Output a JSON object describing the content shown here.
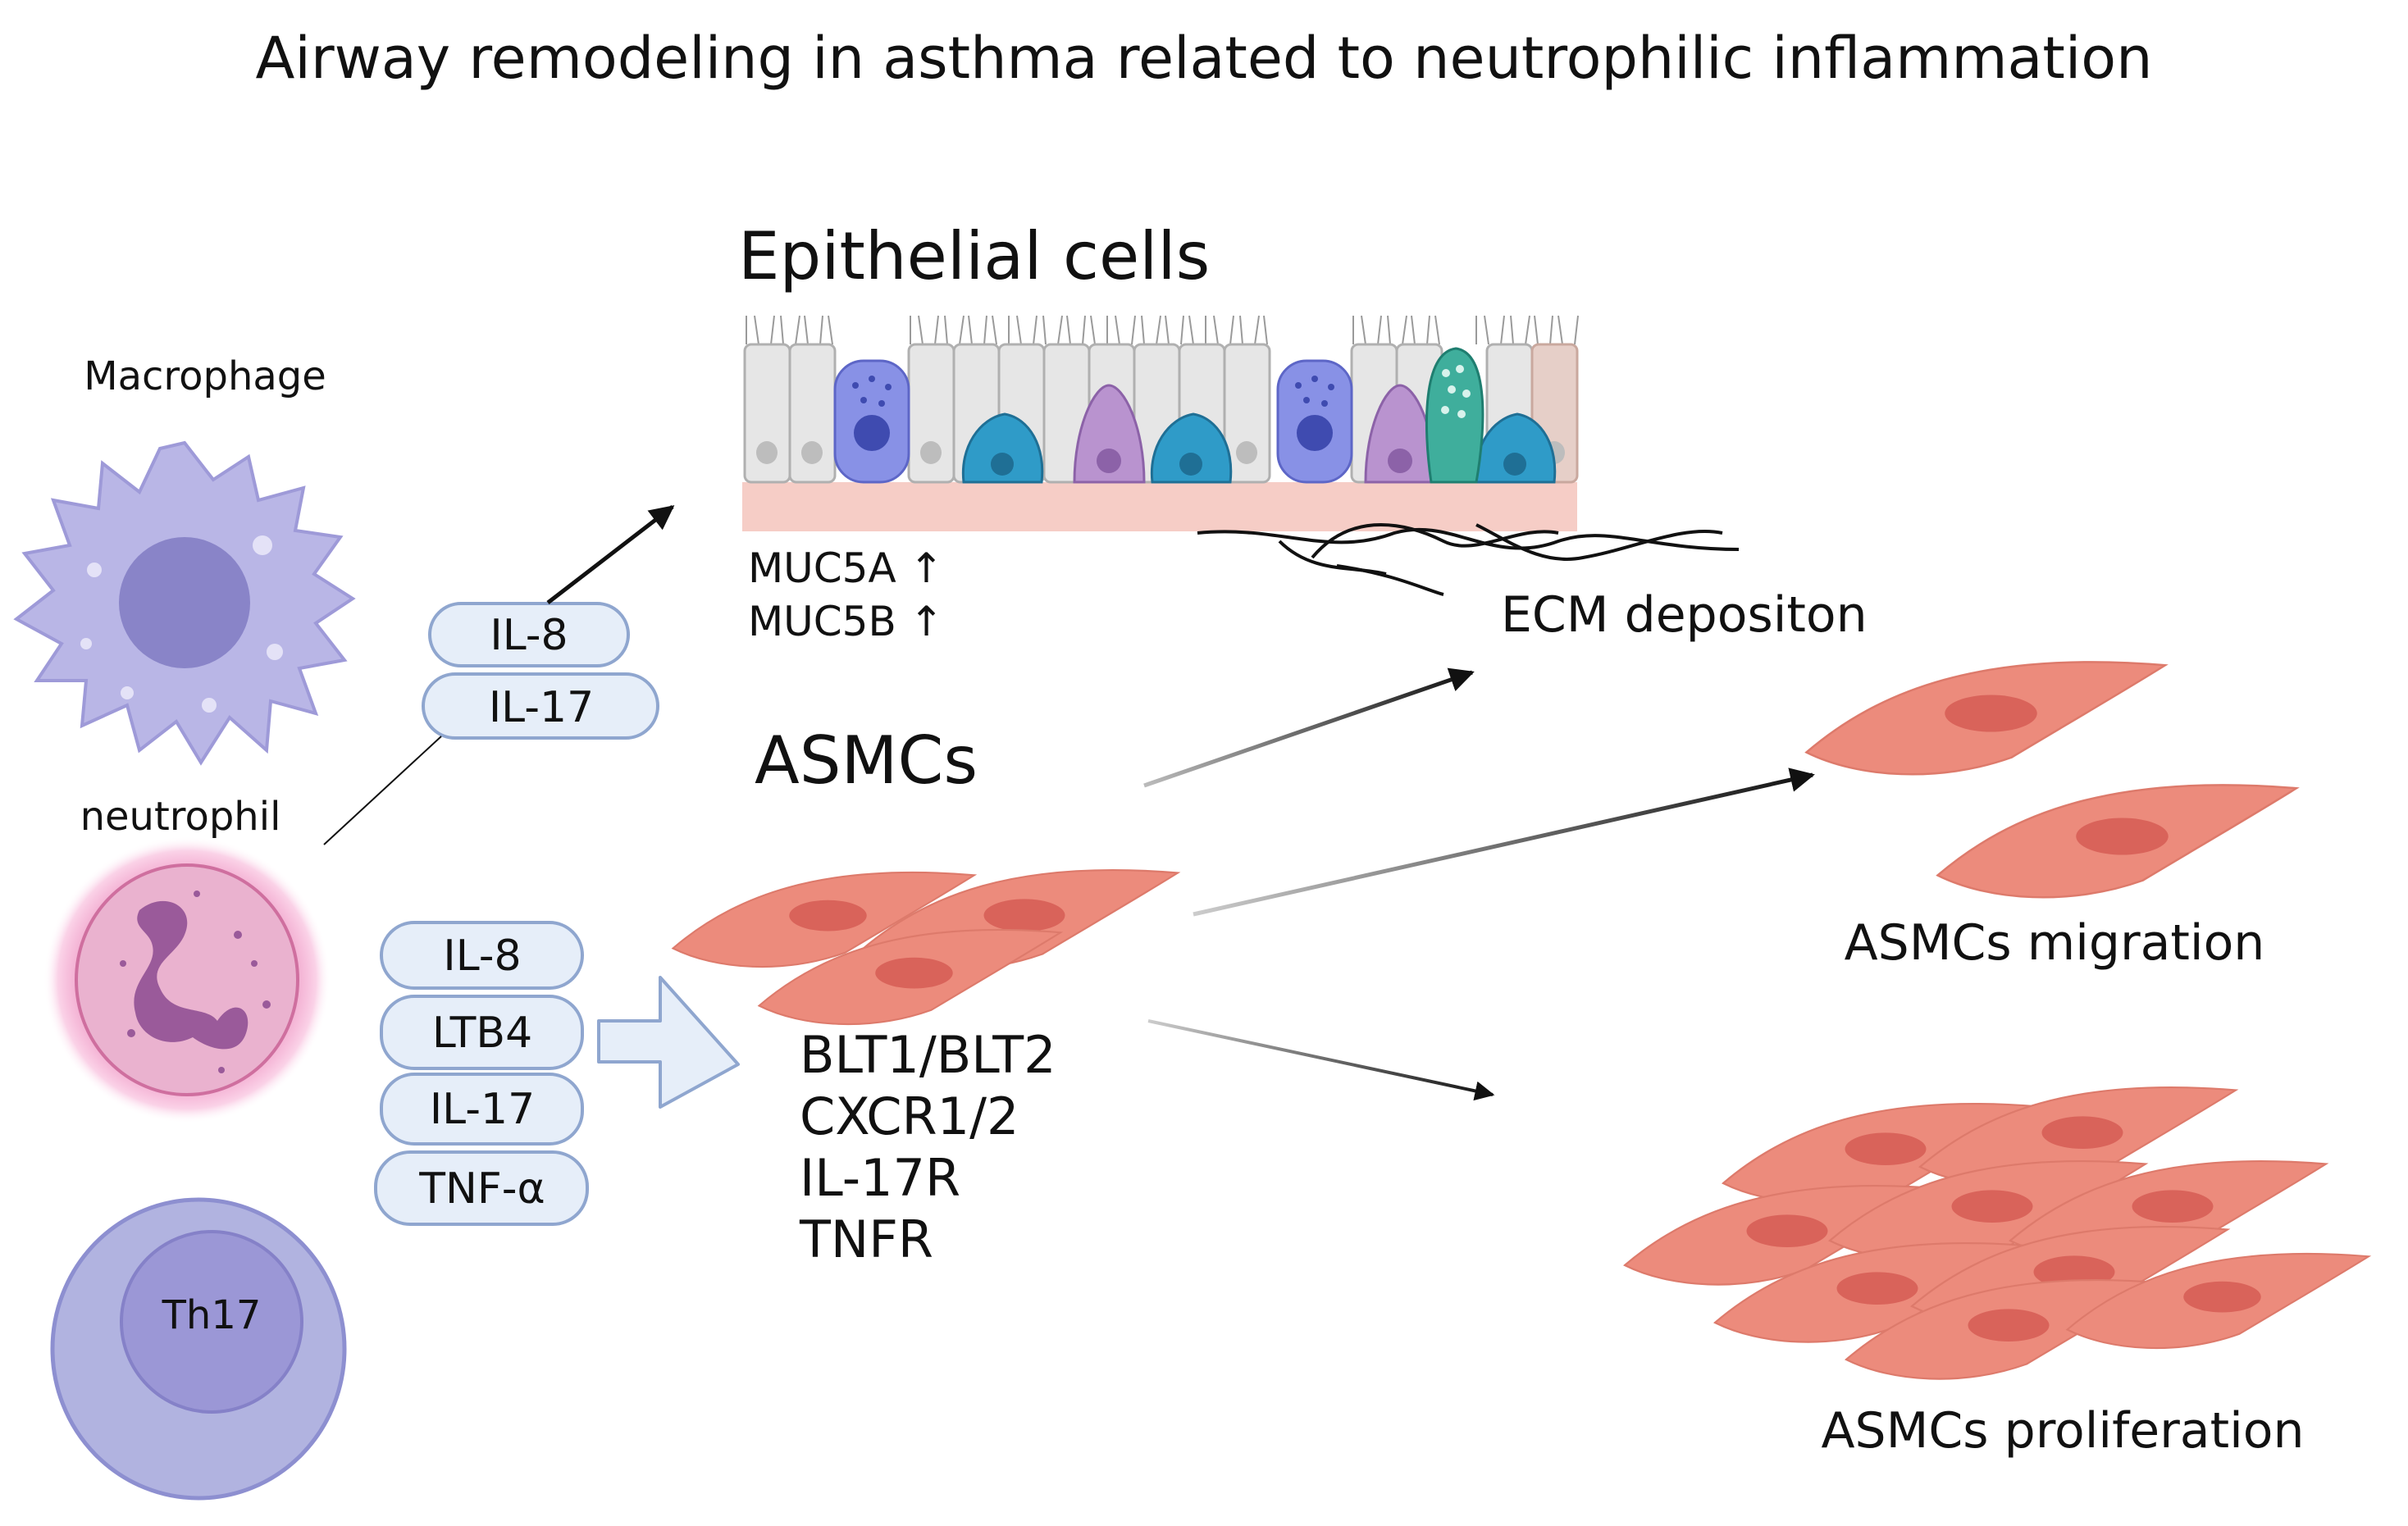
{
  "title": "Airway remodeling in asthma related to neutrophilic inflammation",
  "cells": {
    "macrophage": "Macrophage",
    "neutrophil": "neutrophil",
    "th17": "Th17"
  },
  "epithelium": {
    "label": "Epithelial cells",
    "markers": [
      "MUC5A ↑",
      "MUC5B ↑"
    ]
  },
  "cytokines_top": [
    "IL-8",
    "IL-17"
  ],
  "cytokines_side": [
    "IL-8",
    "LTB4",
    "IL-17",
    "TNF-α"
  ],
  "asmc": {
    "label": "ASMCs",
    "receptors": [
      "BLT1/BLT2",
      "CXCR1/2",
      "IL-17R",
      "TNFR"
    ]
  },
  "outcomes": {
    "ecm": "ECM depositon",
    "migration": "ASMCs migration",
    "proliferation": "ASMCs proliferation"
  },
  "colors": {
    "macrophage": "#b9b6e6",
    "neutrophil": "#e8a9c6",
    "th17": "#9b97d6",
    "pill": "#e6eef9",
    "asmc": "#ec8b7c",
    "asmc_nucleus": "#d9635a",
    "epithelium_base": "#f6cdc6"
  }
}
